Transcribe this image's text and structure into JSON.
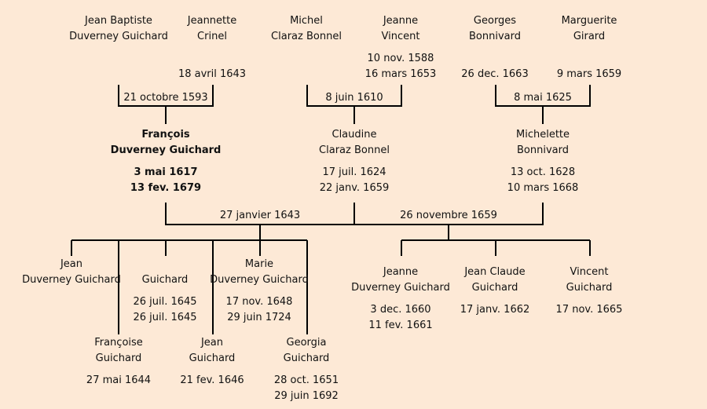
{
  "people": {
    "jb_duverney": {
      "first": "Jean Baptiste",
      "last": "Duverney Guichard",
      "birth": "",
      "death": ""
    },
    "jeannette_crinel": {
      "first": "Jeannette",
      "last": "Crinel",
      "birth": "",
      "death": "18 avril 1643"
    },
    "michel_claraz": {
      "first": "Michel",
      "last": "Claraz Bonnel",
      "birth": "",
      "death": ""
    },
    "jeanne_vincent": {
      "first": "Jeanne",
      "last": "Vincent",
      "birth": "10 nov. 1588",
      "death": "16 mars 1653"
    },
    "georges_bonnivard": {
      "first": "Georges",
      "last": "Bonnivard",
      "birth": "",
      "death": "26 dec. 1663"
    },
    "marguerite_girard": {
      "first": "Marguerite",
      "last": "Girard",
      "birth": "",
      "death": "9 mars 1659"
    },
    "francois": {
      "first": "François",
      "last": "Duverney Guichard",
      "birth": "3 mai 1617",
      "death": "13 fev. 1679"
    },
    "claudine": {
      "first": "Claudine",
      "last": "Claraz Bonnel",
      "birth": "17 juil. 1624",
      "death": "22 janv. 1659"
    },
    "michelette": {
      "first": "Michelette",
      "last": "Bonnivard",
      "birth": "13 oct. 1628",
      "death": "10 mars 1668"
    },
    "jean_1": {
      "first": "Jean",
      "last": "Duverney Guichard",
      "birth": "",
      "death": ""
    },
    "francoise": {
      "first": "Françoise",
      "last": "Guichard",
      "birth": "27 mai 1644",
      "death": ""
    },
    "guichard": {
      "first": "",
      "last": "Guichard",
      "birth": "26 juil. 1645",
      "death": "26 juil. 1645"
    },
    "jean_2": {
      "first": "Jean",
      "last": "Guichard",
      "birth": "21 fev. 1646",
      "death": ""
    },
    "marie": {
      "first": "Marie",
      "last": "Duverney Guichard",
      "birth": "17 nov. 1648",
      "death": "29 juin 1724"
    },
    "georgia": {
      "first": "Georgia",
      "last": "Guichard",
      "birth": "28 oct. 1651",
      "death": "29 juin 1692"
    },
    "jeanne": {
      "first": "Jeanne",
      "last": "Duverney Guichard",
      "birth": "3 dec. 1660",
      "death": "11 fev. 1661"
    },
    "jean_claude": {
      "first": "Jean Claude",
      "last": "Guichard",
      "birth": "17 janv. 1662",
      "death": ""
    },
    "vincent": {
      "first": "Vincent",
      "last": "Guichard",
      "birth": "17 nov. 1665",
      "death": ""
    }
  },
  "marriages": {
    "m_grandparents_1": "21 octobre 1593",
    "m_grandparents_2": "8 juin 1610",
    "m_grandparents_3": "8 mai 1625",
    "m_francois_claudine": "27 janvier 1643",
    "m_francois_michelette": "26 novembre 1659"
  }
}
